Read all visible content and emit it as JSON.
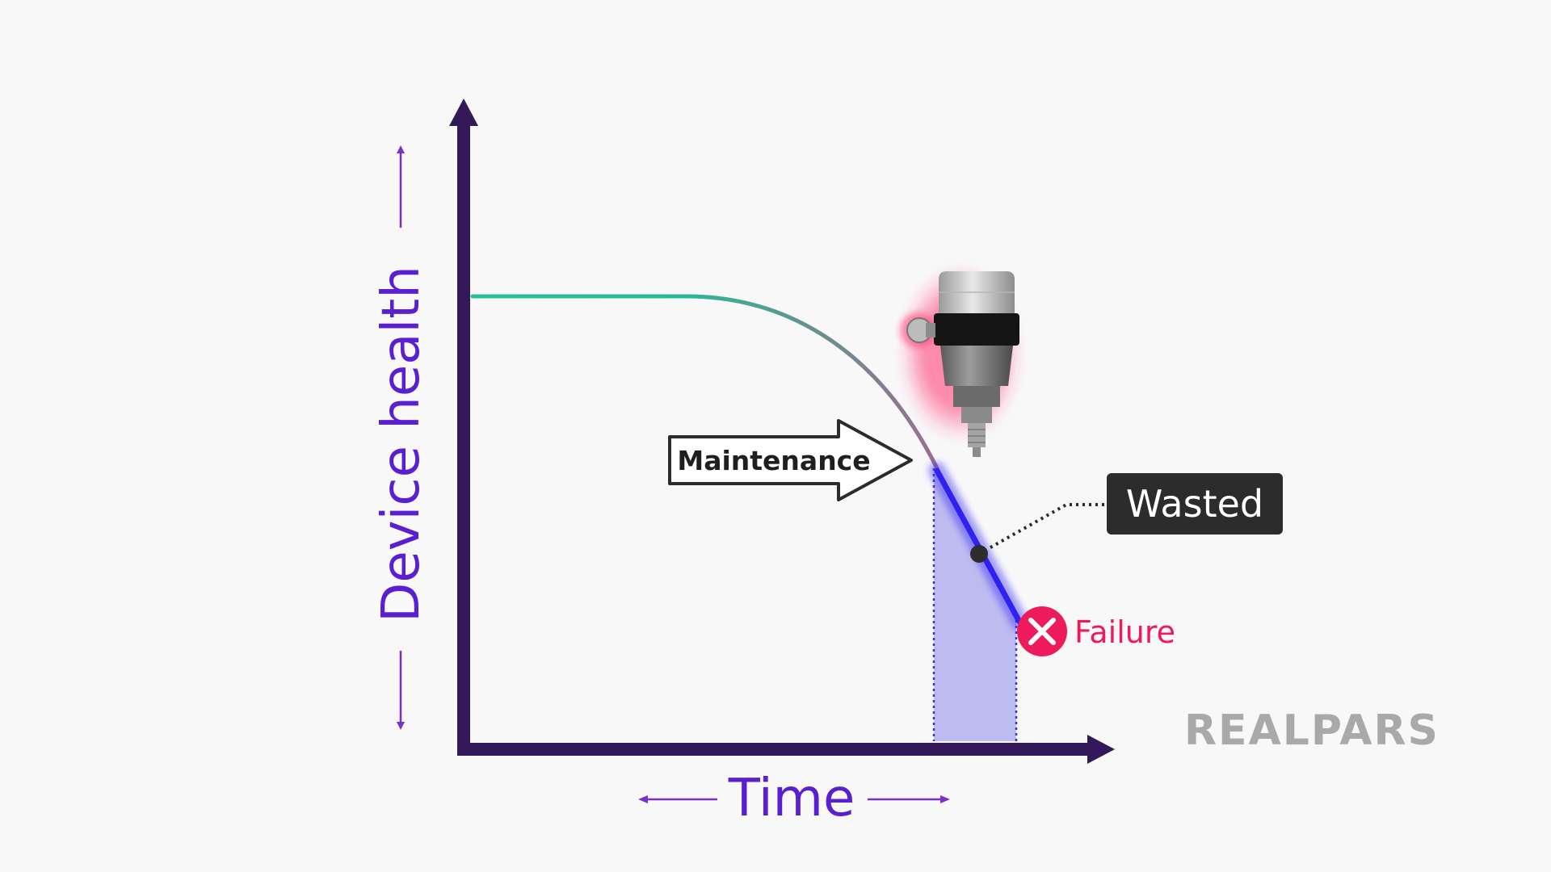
{
  "diagram": {
    "y_axis_label": "Device health",
    "x_axis_label": "Time",
    "maintenance_label": "Maintenance",
    "wasted_label": "Wasted",
    "failure_label": "Failure",
    "brand_logo": "REALPARS",
    "device_image": "level-transmitter-sensor"
  },
  "colors": {
    "axis": "#33195a",
    "axis_label": "#5a1fd1",
    "axis_arrow": "#7b2fd0",
    "curve_start": "#2bbf99",
    "curve_end": "#9a6f8e",
    "wasted_segment": "#3f2ff2",
    "wasted_fill": "#b9b8ef",
    "failure": "#ee1b5c",
    "callout_bg": "#2c2c2c",
    "logo": "#a9a9a9"
  }
}
